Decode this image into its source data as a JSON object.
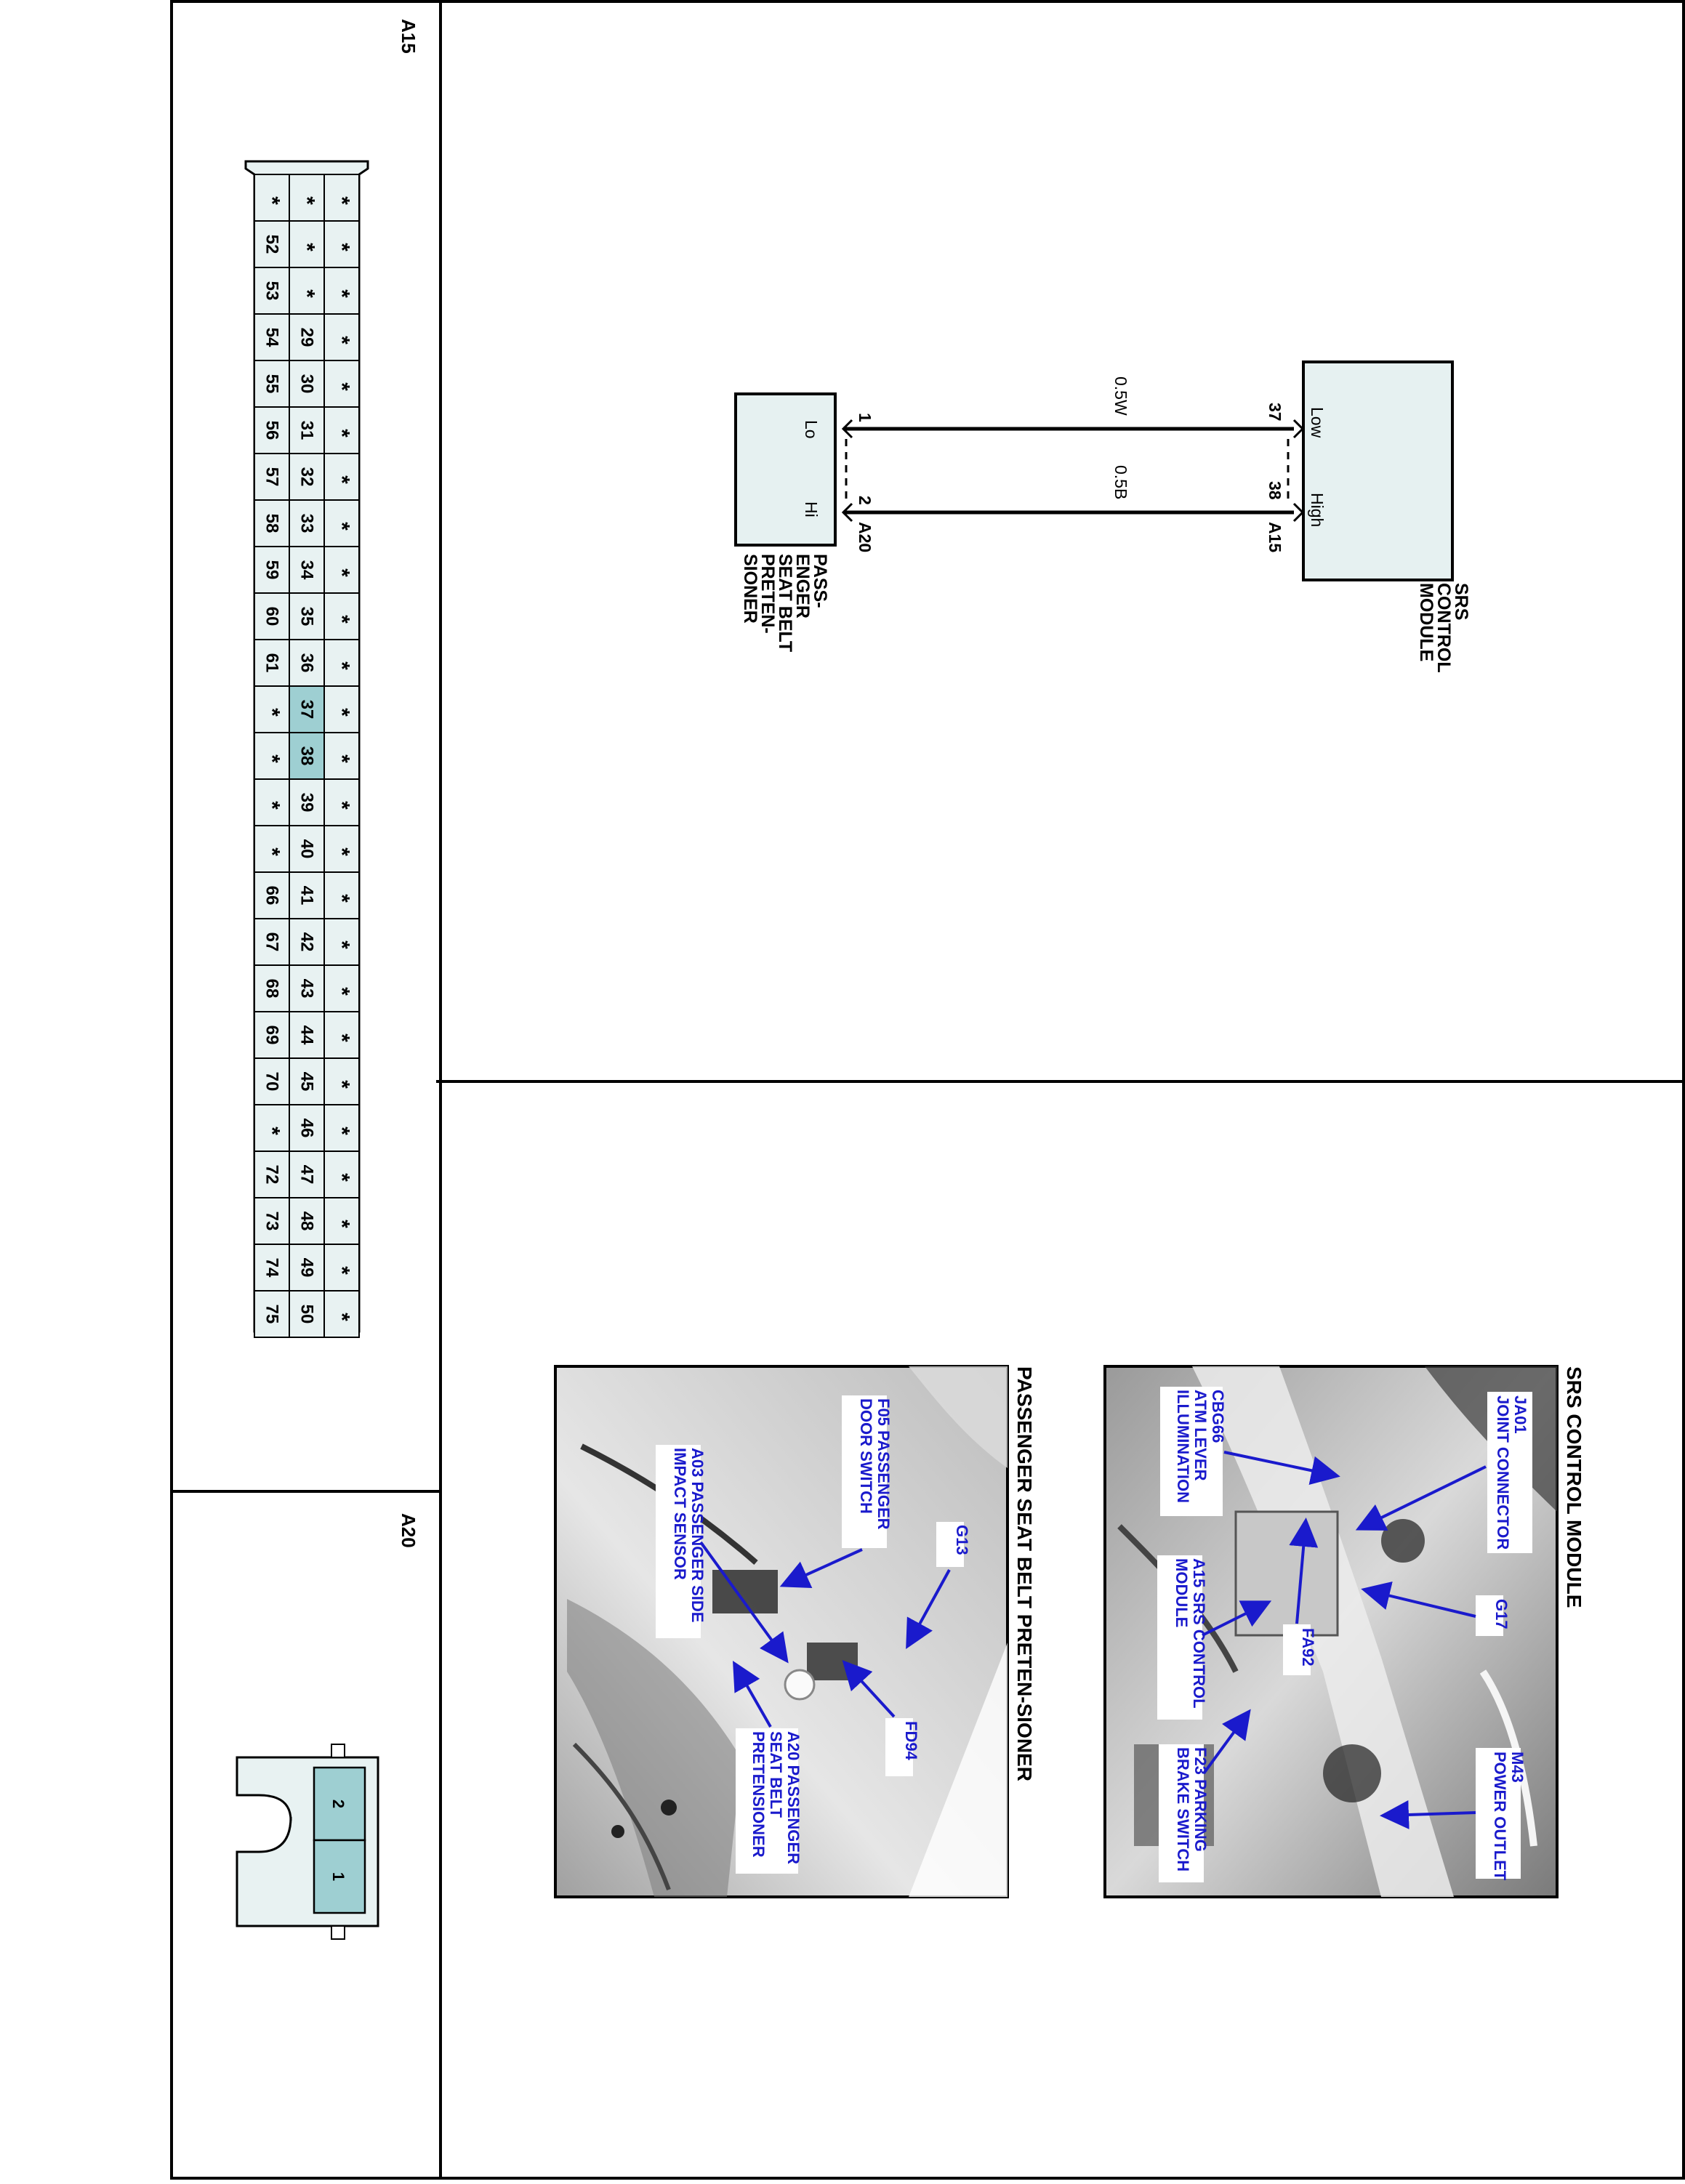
{
  "connectors": {
    "a15_title": "A15",
    "a20_title": "A20",
    "a15_rows": [
      [
        "*",
        "*",
        "*"
      ],
      [
        "*",
        "*",
        "52"
      ],
      [
        "*",
        "*",
        "53"
      ],
      [
        "*",
        "29",
        "54"
      ],
      [
        "*",
        "30",
        "55"
      ],
      [
        "*",
        "31",
        "56"
      ],
      [
        "*",
        "32",
        "57"
      ],
      [
        "*",
        "33",
        "58"
      ],
      [
        "*",
        "34",
        "59"
      ],
      [
        "*",
        "35",
        "60"
      ],
      [
        "*",
        "36",
        "61"
      ],
      [
        "*",
        "37",
        "*"
      ],
      [
        "*",
        "38",
        "*"
      ],
      [
        "*",
        "39",
        "*"
      ],
      [
        "*",
        "40",
        "*"
      ],
      [
        "*",
        "41",
        "66"
      ],
      [
        "*",
        "42",
        "67"
      ],
      [
        "*",
        "43",
        "68"
      ],
      [
        "*",
        "44",
        "69"
      ],
      [
        "*",
        "45",
        "70"
      ],
      [
        "*",
        "46",
        "*"
      ],
      [
        "*",
        "47",
        "72"
      ],
      [
        "*",
        "48",
        "73"
      ],
      [
        "*",
        "49",
        "74"
      ],
      [
        "*",
        "50",
        "75"
      ]
    ],
    "a15_highlight": [
      "37",
      "38"
    ],
    "a20_pins": [
      "2",
      "1"
    ]
  },
  "schematic": {
    "srs_module": {
      "name_lines": [
        "SRS",
        "CONTROL",
        "MODULE"
      ],
      "pin_low_label": "Low",
      "pin_high_label": "High",
      "pin_low": "37",
      "pin_high": "38",
      "connector": "A15"
    },
    "pretensioner": {
      "name_lines": [
        "PASS-",
        "ENGER",
        "SEAT BELT",
        "PRETEN-",
        "SIONER"
      ],
      "pin_lo_label": "Lo",
      "pin_hi_label": "Hi",
      "pin_lo": "1",
      "pin_hi": "2",
      "connector": "A20"
    },
    "wires": [
      {
        "color": "0.5W"
      },
      {
        "color": "0.5B"
      }
    ]
  },
  "photos": {
    "srs": {
      "title": "SRS CONTROL MODULE",
      "labels": {
        "ja01": [
          "JA01",
          "JOINT CONNECTOR"
        ],
        "g17": [
          "G17"
        ],
        "m43": [
          "M43",
          "POWER OUTLET"
        ],
        "cbg66": [
          "CBG66",
          "ATM LEVER",
          "ILLUMINATION"
        ],
        "a15": [
          "A15 SRS CONTROL",
          "MODULE"
        ],
        "fa92": [
          "FA92"
        ],
        "f23": [
          "F23 PARKING",
          "BRAKE SWITCH"
        ]
      }
    },
    "pret": {
      "title": "PASSENGER SEAT BELT PRETEN-SIONER",
      "labels": {
        "f05": [
          "F05 PASSENGER",
          "DOOR SWITCH"
        ],
        "g13": [
          "G13"
        ],
        "a03": [
          "A03 PASSENGER SIDE",
          "IMPACT SENSOR"
        ],
        "fd94": [
          "FD94"
        ],
        "a20": [
          "A20 PASSENGER",
          "SEAT BELT",
          "PRETENSIONER"
        ]
      }
    }
  }
}
